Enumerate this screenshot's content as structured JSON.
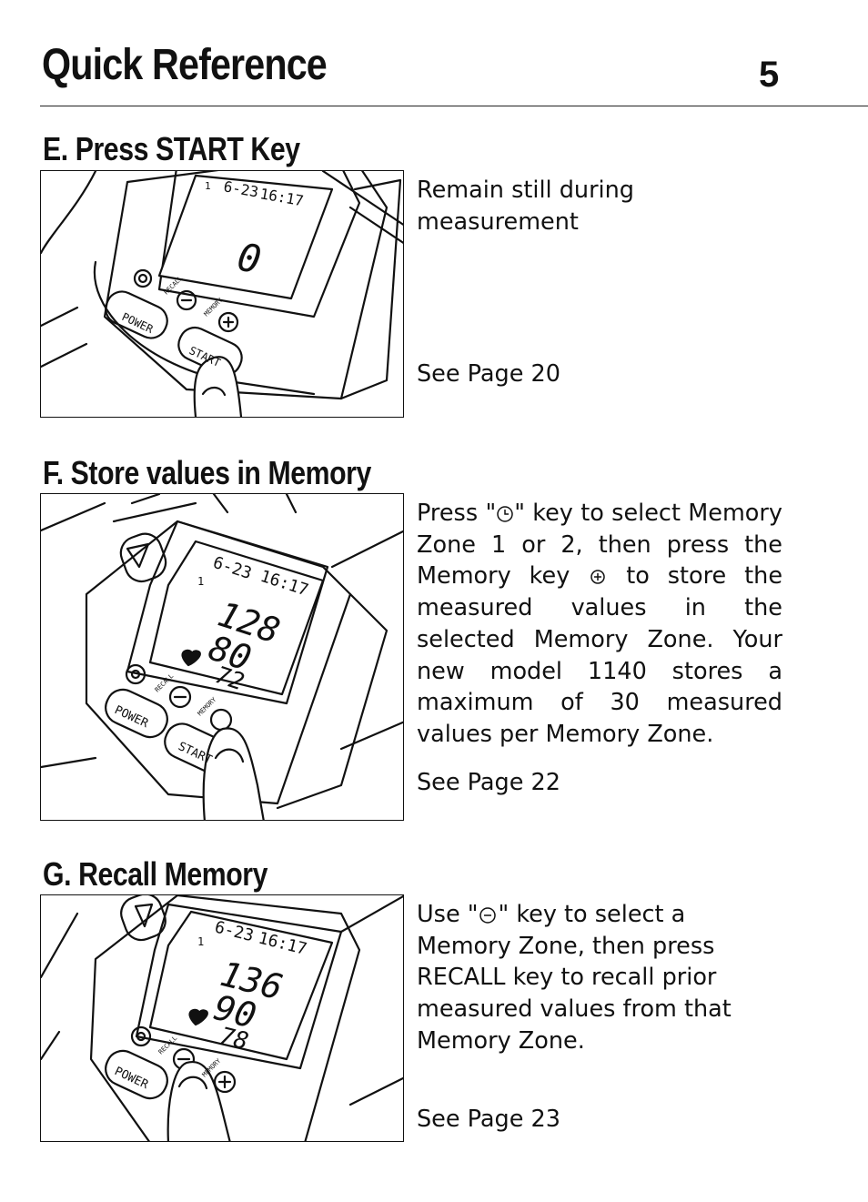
{
  "header": {
    "title": "Quick Reference",
    "page_number": "5"
  },
  "sections": [
    {
      "heading": "E. Press START Key",
      "body": "Remain still during measurement",
      "see": "See Page 20",
      "device": {
        "date": "6-23",
        "time": "16:17",
        "zone": "1",
        "reading": "0",
        "keys": [
          "POWER",
          "START",
          "RECALL",
          "MEMORY"
        ],
        "key_icons": [
          "clock-icon",
          "minus-icon",
          "plus-icon"
        ]
      }
    },
    {
      "heading": "F. Store values in Memory",
      "body_parts": [
        "Press \"",
        "\" key to select Memory Zone 1 or 2, then press the Memory key",
        " to store the measured values in the selected Memory Zone. Your new model 1140 stores a maximum of  30 measured values per Memory Zone."
      ],
      "see": "See Page 22",
      "device": {
        "date": "6-23",
        "time": "16:17",
        "zone": "1",
        "systolic": "128",
        "diastolic": "80",
        "pulse": "72",
        "keys": [
          "POWER",
          "START",
          "RECALL",
          "MEMORY"
        ],
        "key_icons": [
          "clock-icon",
          "minus-icon",
          "plus-icon"
        ]
      }
    },
    {
      "heading": "G. Recall Memory",
      "body_parts": [
        "Use \"",
        "\" key to select a Memory Zone, then press RECALL key to recall prior measured values from that Memory Zone."
      ],
      "see": "See Page 23",
      "device": {
        "date": "6-23",
        "time": "16:17",
        "zone": "1",
        "systolic": "136",
        "diastolic": "90",
        "pulse": "78",
        "keys": [
          "POWER",
          "RECALL",
          "MEMORY"
        ],
        "key_icons": [
          "clock-icon",
          "minus-icon",
          "plus-icon"
        ]
      }
    }
  ]
}
